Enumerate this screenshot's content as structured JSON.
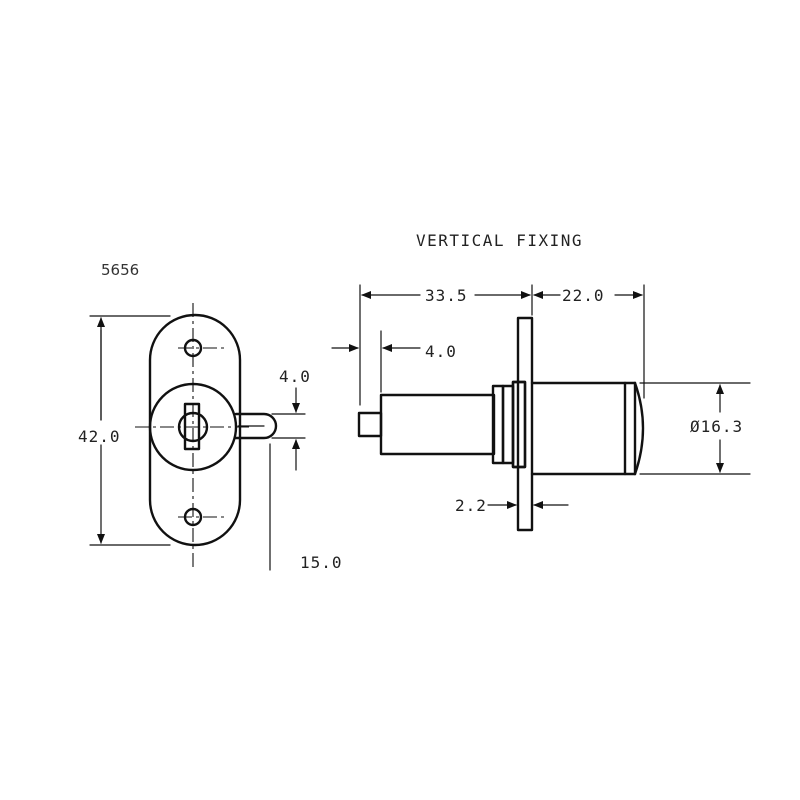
{
  "drawing": {
    "part_number": "5656",
    "side_view_title": "VERTICAL FIXING",
    "front_view": {
      "dimensions": {
        "height": "42.0",
        "bolt_width": "4.0",
        "bolt_projection": "15.0"
      }
    },
    "side_view": {
      "dimensions": {
        "body_length": "33.5",
        "head_length": "22.0",
        "stub_length": "4.0",
        "plate_thickness": "2.2",
        "head_diameter": "Ø16.3"
      }
    },
    "colors": {
      "line": "#111111",
      "text": "#222222",
      "background": "#ffffff"
    }
  }
}
